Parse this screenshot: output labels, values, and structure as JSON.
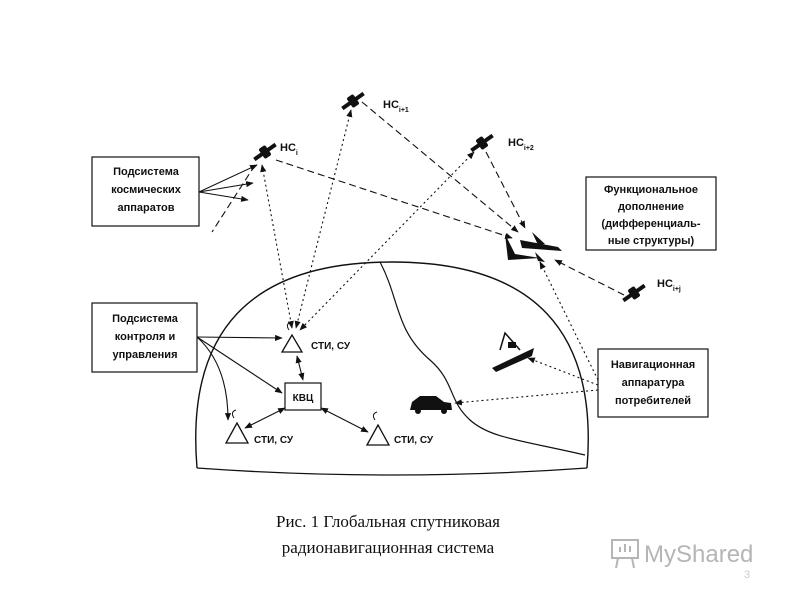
{
  "boxes": {
    "space_subsystem": [
      "Подсистема",
      "космических",
      "аппаратов"
    ],
    "control_subsystem": [
      "Подсистема",
      "контроля и",
      "управления"
    ],
    "functional_addon": [
      "Функциональное",
      "дополнение",
      "(дифференциаль-",
      "ные структуры)"
    ],
    "nav_equipment": [
      "Навигационная",
      "аппаратура",
      "потребителей"
    ]
  },
  "satellites": {
    "prefix": "НС",
    "s1_sub": "i",
    "s2_sub": "i+1",
    "s3_sub": "i+2",
    "s4_sub": "i+j"
  },
  "stations": {
    "top": "СТИ, СУ",
    "left": "СТИ, СУ",
    "right": "СТИ, СУ",
    "center": "КВЦ"
  },
  "caption": [
    "Рис. 1 Глобальная спутниковая",
    "радионавигационная система"
  ],
  "watermark": "MyShared",
  "page_number": "3",
  "colors": {
    "ink": "#111111",
    "watermark": "#b5b5b5"
  }
}
